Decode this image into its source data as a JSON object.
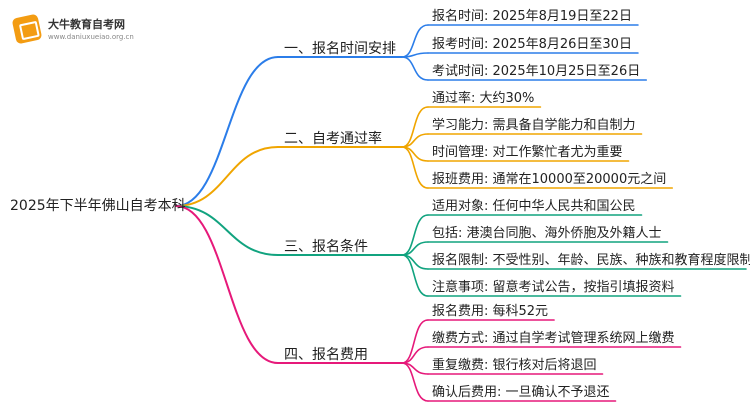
{
  "logo": {
    "name": "大牛教育自考网",
    "url": "www.daniuxueiao.org.cn"
  },
  "root": "2025年下半年佛山自考本科",
  "colors": {
    "branch1": "#2b7de9",
    "branch2": "#f0a500",
    "branch3": "#11a37f",
    "branch4": "#e6197a"
  },
  "branches": [
    {
      "label": "一、报名时间安排",
      "items": [
        "报名时间: 2025年8月19日至22日",
        "报考时间: 2025年8月26日至30日",
        "考试时间: 2025年10月25日至26日"
      ]
    },
    {
      "label": "二、自考通过率",
      "items": [
        "通过率: 大约30%",
        "学习能力: 需具备自学能力和自制力",
        "时间管理: 对工作繁忙者尤为重要",
        "报班费用: 通常在10000至20000元之间"
      ]
    },
    {
      "label": "三、报名条件",
      "items": [
        "适用对象: 任何中华人民共和国公民",
        "包括: 港澳台同胞、海外侨胞及外籍人士",
        "报名限制: 不受性别、年龄、民族、种族和教育程度限制",
        "注意事项: 留意考试公告，按指引填报资料"
      ]
    },
    {
      "label": "四、报名费用",
      "items": [
        "报名费用: 每科52元",
        "缴费方式: 通过自学考试管理系统网上缴费",
        "重复缴费: 银行核对后将退回",
        "确认后费用: 一旦确认不予退还"
      ]
    }
  ]
}
